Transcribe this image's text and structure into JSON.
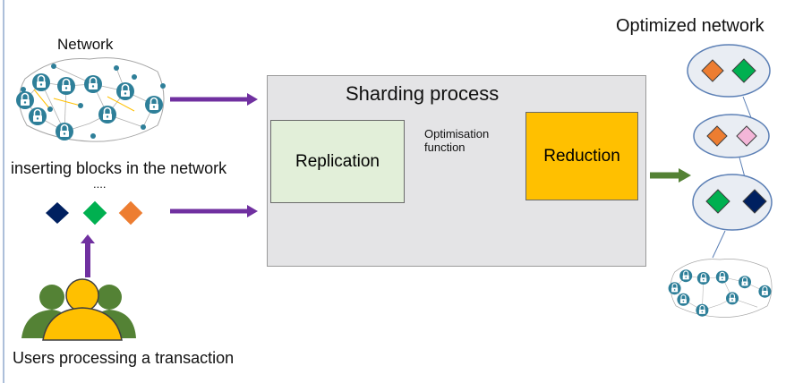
{
  "labels": {
    "network": "Network",
    "optimized_network": "Optimized network",
    "inserting_blocks": "inserting blocks in the network",
    "ellipsis": "....",
    "users": "Users processing a transaction",
    "sharding_process": "Sharding process",
    "replication": "Replication",
    "reduction": "Reduction",
    "optimisation_line1": "Optimisation",
    "optimisation_line2": "function"
  },
  "colors": {
    "arrow_purple": "#7030a0",
    "arrow_green": "#548235",
    "bidirectional_arrow": "#ff0000",
    "network_node": "#2e7f99",
    "block_navy": "#002060",
    "block_green": "#00b050",
    "block_orange": "#ed7d31",
    "block_pink": "#f4b6d8",
    "users_yellow": "#ffc000",
    "users_green": "#548235",
    "reduction_fill": "#ffc000",
    "replication_fill": "#e2efd9"
  },
  "icons": {
    "network_node": "padlock-icon",
    "users": "users-group-icon",
    "block": "diamond-icon"
  }
}
